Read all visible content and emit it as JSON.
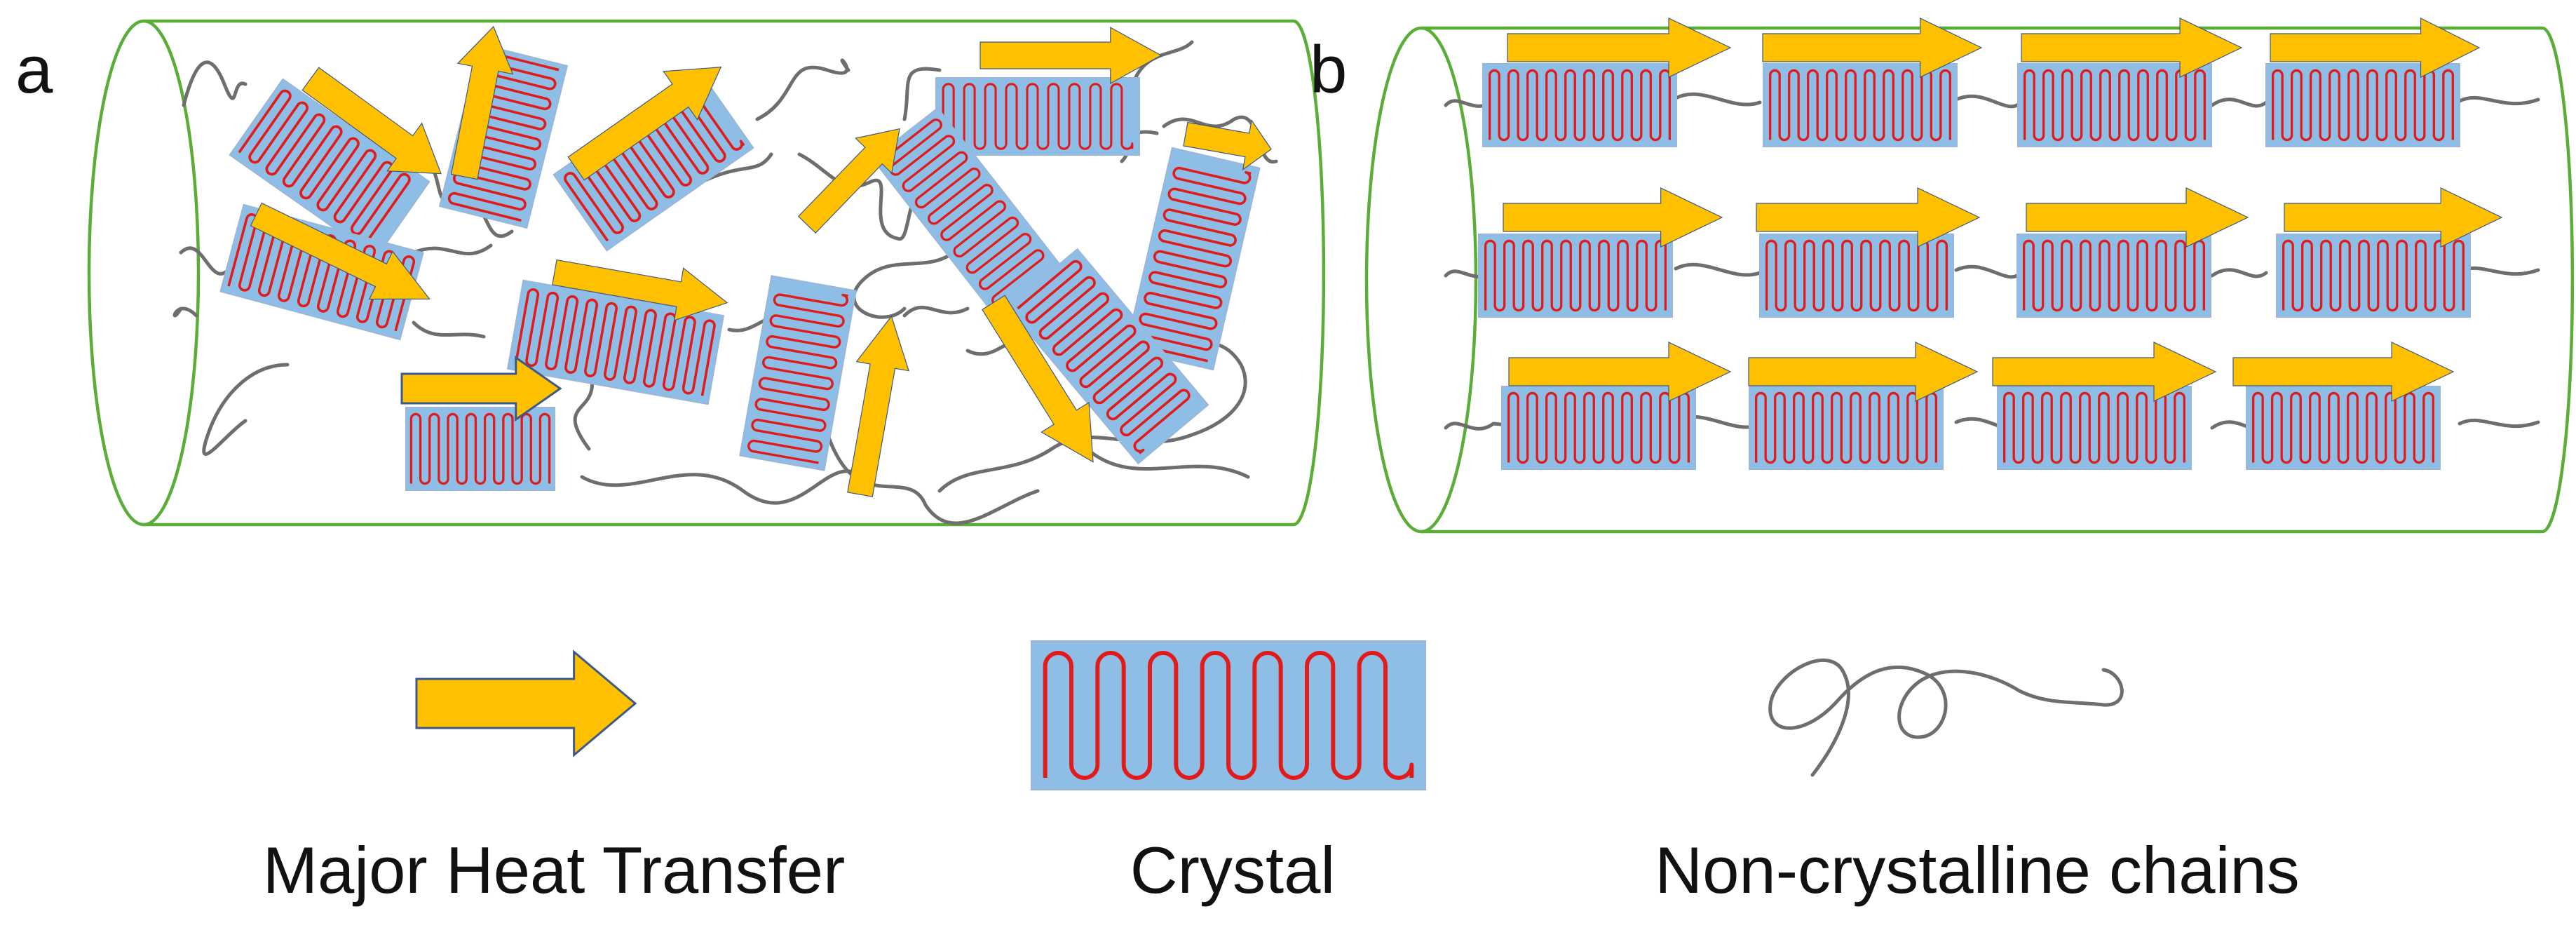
{
  "panels": {
    "a": {
      "label": "a"
    },
    "b": {
      "label": "b"
    }
  },
  "legend": {
    "heat_transfer": "Major Heat Transfer",
    "crystal": "Crystal",
    "chains": "Non-crystalline chains"
  },
  "colors": {
    "cylinder": "#5aae38",
    "crystal_fill": "#8ebde6",
    "lamella": "#e11a1a",
    "arrow": "#ffc000",
    "arrow_stroke": "#3b5a8a",
    "chain": "#6e6e6e"
  }
}
